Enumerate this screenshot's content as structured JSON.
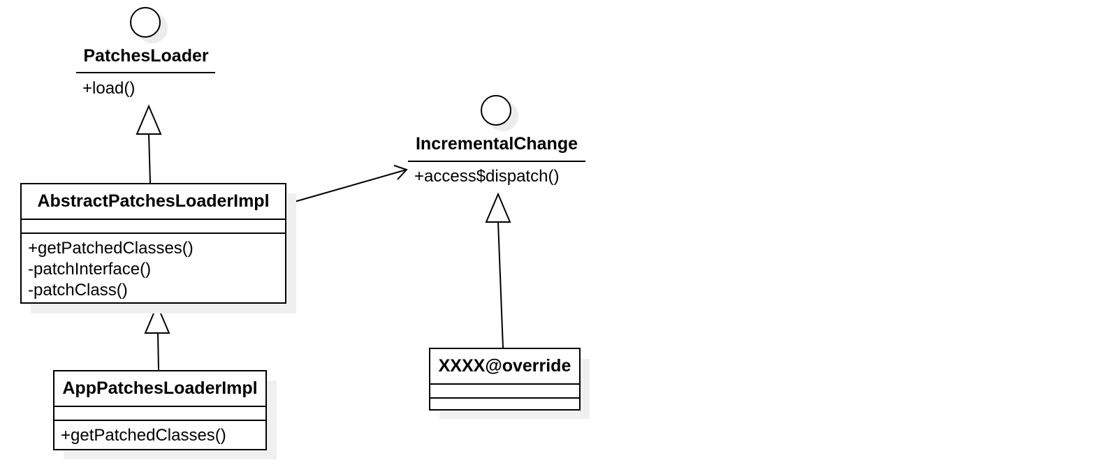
{
  "interfaces": {
    "patches_loader": {
      "name": "PatchesLoader",
      "methods": [
        "+load()"
      ]
    },
    "incremental_change": {
      "name": "IncrementalChange",
      "methods": [
        "+access$dispatch()"
      ]
    }
  },
  "classes": {
    "abstract_patches_loader_impl": {
      "name": "AbstractPatchesLoaderImpl",
      "methods": [
        "+getPatchedClasses()",
        "-patchInterface()",
        "-patchClass()"
      ]
    },
    "app_patches_loader_impl": {
      "name": "AppPatchesLoaderImpl",
      "methods": [
        "+getPatchedClasses()"
      ]
    },
    "override_class": {
      "name": "XXXX@override",
      "methods": []
    }
  },
  "relations": [
    {
      "type": "realization",
      "from": "AbstractPatchesLoaderImpl",
      "to": "PatchesLoader"
    },
    {
      "type": "generalization",
      "from": "AppPatchesLoaderImpl",
      "to": "AbstractPatchesLoaderImpl"
    },
    {
      "type": "realization",
      "from": "XXXX@override",
      "to": "IncrementalChange"
    },
    {
      "type": "association",
      "from": "AbstractPatchesLoaderImpl",
      "to": "IncrementalChange"
    }
  ],
  "colors": {
    "stroke": "#000000",
    "shadow": "#f0f0f0",
    "background": "#ffffff"
  }
}
